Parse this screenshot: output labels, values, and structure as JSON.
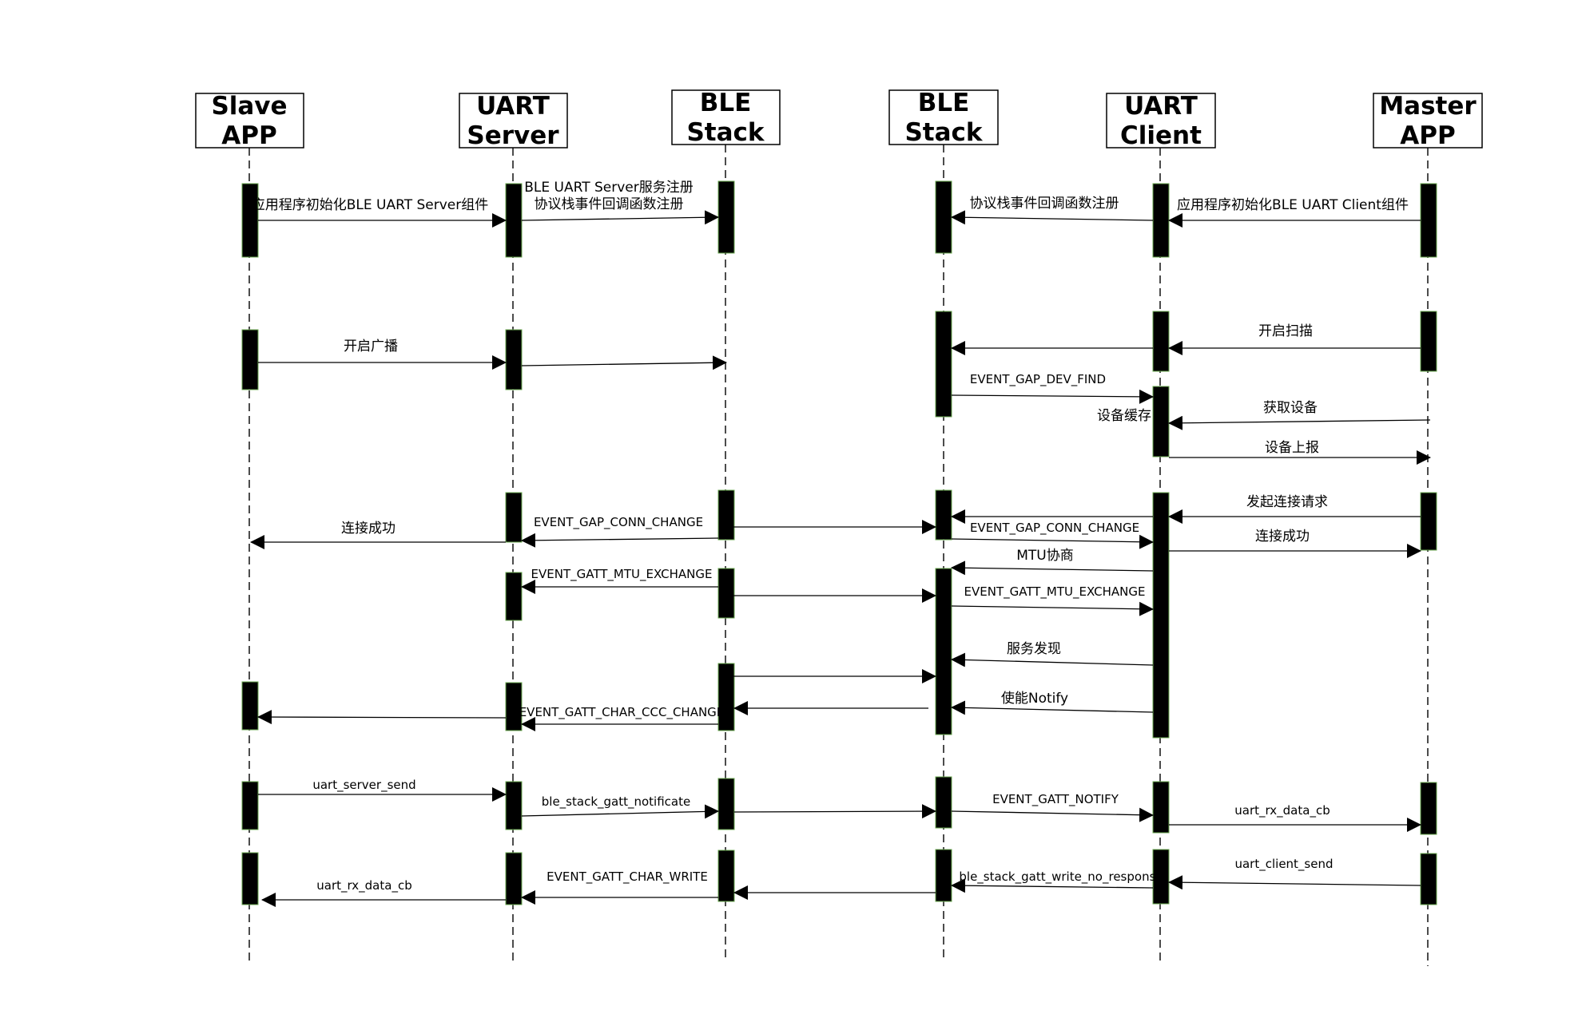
{
  "participants": [
    {
      "id": "slave",
      "line1": "Slave",
      "line2": "APP"
    },
    {
      "id": "userver",
      "line1": "UART",
      "line2": "Server"
    },
    {
      "id": "blel",
      "line1": "BLE",
      "line2": "Stack"
    },
    {
      "id": "bler",
      "line1": "BLE",
      "line2": "Stack"
    },
    {
      "id": "uclient",
      "line1": "UART",
      "line2": "Client"
    },
    {
      "id": "master",
      "line1": "Master",
      "line2": "APP"
    }
  ],
  "messages": {
    "init_server": "应用程序初始化BLE UART Server组件",
    "svc_reg": "BLE UART Server服务注册",
    "cb_reg_left": "协议栈事件回调函数注册",
    "cb_reg_right": "协议栈事件回调函数注册",
    "init_client": "应用程序初始化BLE UART Client组件",
    "adv": "开启广播",
    "scan": "开启扫描",
    "dev_find": "EVENT_GAP_DEV_FIND",
    "dev_cache": "设备缓存",
    "get_dev": "获取设备",
    "dev_report": "设备上报",
    "conn_req": "发起连接请求",
    "conn_ok_left": "连接成功",
    "conn_change_left": "EVENT_GAP_CONN_CHANGE",
    "conn_change_right": "EVENT_GAP_CONN_CHANGE",
    "conn_ok_right": "连接成功",
    "mtu": "MTU协商",
    "mtu_ex_left": "EVENT_GATT_MTU_EXCHANGE",
    "mtu_ex_right": "EVENT_GATT_MTU_EXCHANGE",
    "svc_disc": "服务发现",
    "en_notify": "使能Notify",
    "ccc_change": "EVENT_GATT_CHAR_CCC_CHANGE",
    "server_send": "uart_server_send",
    "gatt_notificate": "ble_stack_gatt_notificate",
    "gatt_notify": "EVENT_GATT_NOTIFY",
    "rx_cb_master": "uart_rx_data_cb",
    "client_send": "uart_client_send",
    "write_no_rsp": "ble_stack_gatt_write_no_response",
    "char_write": "EVENT_GATT_CHAR_WRITE",
    "rx_cb_slave": "uart_rx_data_cb"
  },
  "colors": {
    "line": "#000000",
    "activation_fill": "#000000",
    "activation_border": "#6aa84f",
    "header_fill": "#ffffff"
  }
}
